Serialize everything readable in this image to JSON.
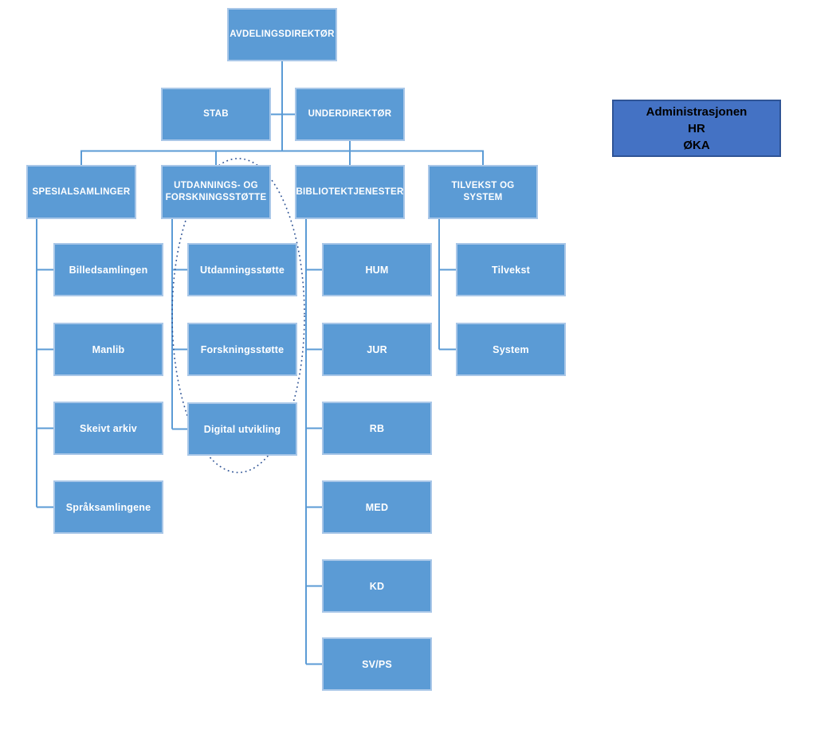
{
  "palette": {
    "box_fill": "#5b9bd5",
    "box_border": "#a9c7e8",
    "line": "#5b9bd5",
    "node_text": "#ffffff",
    "admin_fill": "#4472c4",
    "admin_border": "#2f5496",
    "admin_text": "#000000",
    "ellipse": "#2e5395",
    "bg": "#ffffff"
  },
  "org": {
    "root": {
      "label": "AVDELINGSDIREKTØR"
    },
    "stab": {
      "label": "STAB"
    },
    "underdirektor": {
      "label": "UNDERDIREKTØR"
    },
    "branches": [
      {
        "label": "SPESIALSAMLINGER",
        "children": [
          "Billedsamlingen",
          "Manlib",
          "Skeivt arkiv",
          "Språksamlingene"
        ]
      },
      {
        "label": "UTDANNINGS- OG FORSKNINGSSTØTTE",
        "children": [
          "Utdanningsstøtte",
          "Forskningsstøtte",
          "Digital utvikling"
        ]
      },
      {
        "label": "BIBLIOTEKTJENESTER",
        "children": [
          "HUM",
          "JUR",
          "RB",
          "MED",
          "KD",
          "SV/PS"
        ]
      },
      {
        "label": "TILVEKST OG SYSTEM",
        "children": [
          "Tilvekst",
          "System"
        ]
      }
    ]
  },
  "admin": {
    "lines": [
      "Administrasjonen",
      "HR",
      "ØKA"
    ]
  },
  "annotation": {
    "shape": "dotted-ellipse",
    "around": "UTDANNINGS- OG FORSKNINGSSTØTTE branch"
  }
}
